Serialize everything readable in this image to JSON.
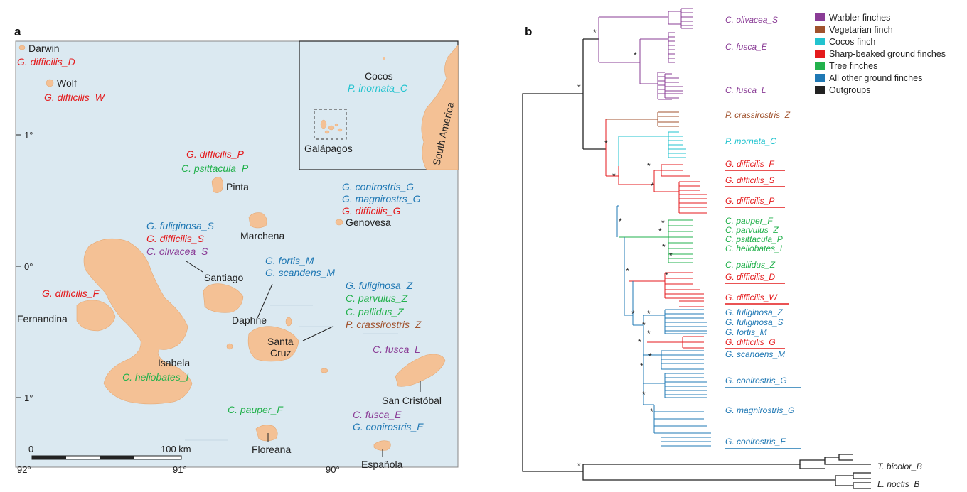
{
  "panel_a": {
    "label": "a",
    "islands": {
      "darwin": "Darwin",
      "wolf": "Wolf",
      "pinta": "Pinta",
      "marchena": "Marchena",
      "genovesa": "Genovesa",
      "santiago": "Santiago",
      "fernandina": "Fernandina",
      "daphne": "Daphne",
      "santa_cruz_1": "Santa",
      "santa_cruz_2": "Cruz",
      "isabela": "Isabela",
      "san_cristobal": "San Cristóbal",
      "floreana": "Floreana",
      "espanola": "Española"
    },
    "species": {
      "darwin": "G. difficilis_D",
      "wolf": "G. difficilis_W",
      "pinta_1": "G. difficilis_P",
      "pinta_2": "C. psittacula_P",
      "genovesa_1": "G. conirostris_G",
      "genovesa_2": "G. magnirostrs_G",
      "genovesa_3": "G. difficilis_G",
      "santiago_1": "G. fuliginosa_S",
      "santiago_2": "G. difficilis_S",
      "santiago_3": "C. olivacea_S",
      "daphne_1": "G. fortis_M",
      "daphne_2": "G. scandens_M",
      "fernandina": "G. difficilis_F",
      "santacruz_1": "G. fuliginosa_Z",
      "santacruz_2": "C. parvulus_Z",
      "santacruz_3": "C. pallidus_Z",
      "santacruz_4": "P. crassirostris_Z",
      "isabela": "C. heliobates_I",
      "sancristobal": "C. fusca_L",
      "floreana": "C. pauper_F",
      "espanola_1": "C. fusca_E",
      "espanola_2": "G. conirostris_E"
    },
    "inset": {
      "cocos": "Cocos",
      "cocos_species": "P. inornata_C",
      "galapagos": "Galápagos",
      "south_america": "South America"
    },
    "lat_ticks": [
      "1°",
      "0°",
      "1°"
    ],
    "lon_ticks": [
      "92°",
      "91°",
      "90°"
    ],
    "scale": {
      "start": "0",
      "end": "100 km"
    }
  },
  "panel_b": {
    "label": "b",
    "legend": [
      {
        "label": "Warbler finches",
        "color": "#8a3c96"
      },
      {
        "label": "Vegetarian finch",
        "color": "#a0522d"
      },
      {
        "label": "Cocos finch",
        "color": "#22c3cf"
      },
      {
        "label": "Sharp-beaked ground finches",
        "color": "#e41a1c"
      },
      {
        "label": "Tree finches",
        "color": "#22b14c"
      },
      {
        "label": "All other ground finches",
        "color": "#1f78b4"
      },
      {
        "label": "Outgroups",
        "color": "#222222"
      }
    ],
    "tips": {
      "t1": "C. olivacea_S",
      "t2": "C. fusca_E",
      "t3": "C. fusca_L",
      "t4": "P. crassirostris_Z",
      "t5": "P. inornata_C",
      "t6": "G. difficilis_F",
      "t7": "G. difficilis_S",
      "t8": "G. difficilis_P",
      "t9": "C. pauper_F",
      "t10": "C. parvulus_Z",
      "t11": "C. psittacula_P",
      "t12": "C. heliobates_I",
      "t13": "C. pallidus_Z",
      "t14": "G. difficilis_D",
      "t15": "G. difficilis_W",
      "t16": "G. fuliginosa_Z",
      "t17": "G. fuliginosa_S",
      "t18": "G. fortis_M",
      "t19": "G. difficilis_G",
      "t20": "G. scandens_M",
      "t21": "G. conirostris_G",
      "t22": "G. magnirostris_G",
      "t23": "G. conirostris_E",
      "t24": "T. bicolor_B",
      "t25": "L. noctis_B"
    },
    "support_mark": "*"
  }
}
